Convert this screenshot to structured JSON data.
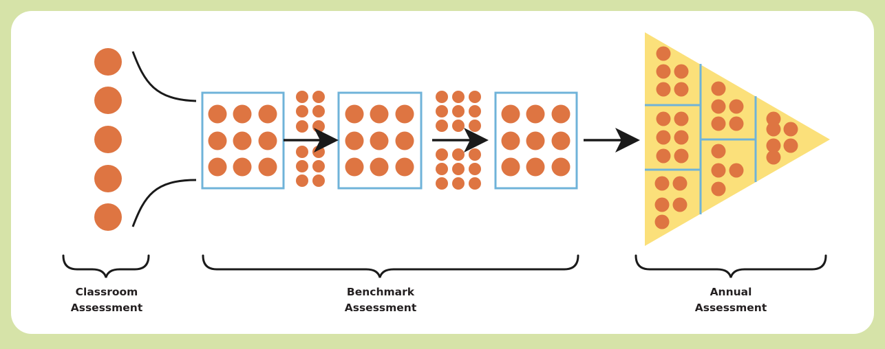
{
  "labels": {
    "classroom": [
      "Classroom",
      "Assessment"
    ],
    "benchmark": [
      "Benchmark",
      "Assessment"
    ],
    "annual": [
      "Annual",
      "Assessment"
    ]
  },
  "colors": {
    "page_background": "#d6e3a8",
    "panel": "#ffffff",
    "dot": "#de7542",
    "box_border": "#6fb3d9",
    "triangle_fill": "#fbe07a",
    "arrow": "#1a1a1a",
    "text": "#231f20"
  }
}
